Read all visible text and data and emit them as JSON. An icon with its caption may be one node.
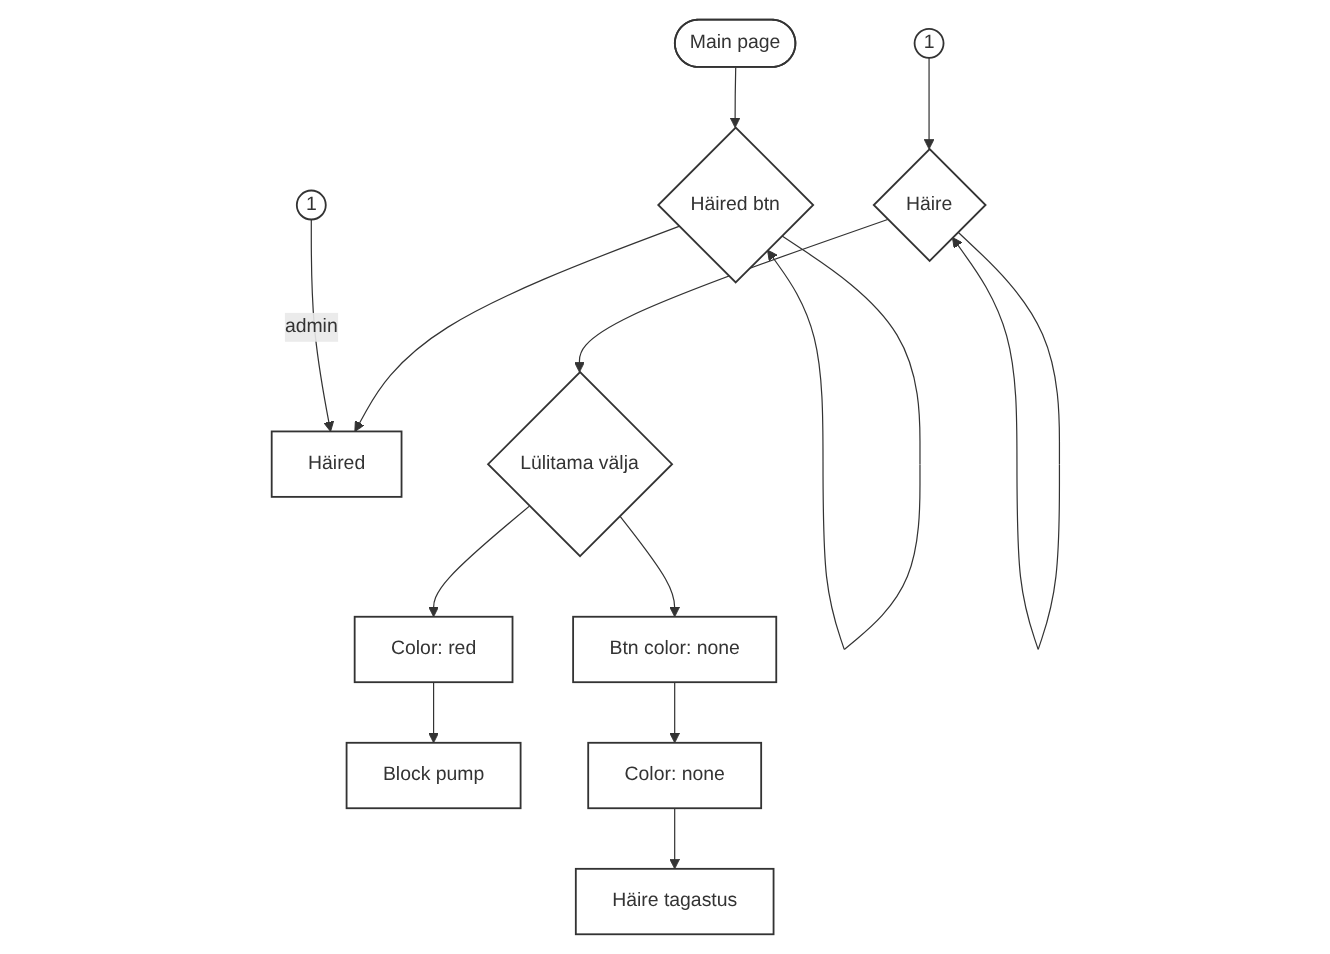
{
  "diagram": {
    "nodes": [
      {
        "text": [
          "Main page"
        ]
      },
      {
        "text": [
          "Häired btn"
        ]
      },
      {
        "text": [
          "Häired"
        ]
      },
      {
        "text": [
          "1"
        ]
      },
      {
        "text": [
          "1"
        ]
      },
      {
        "text": [
          "Häire"
        ]
      },
      {
        "text": [
          "Lülitama välja"
        ]
      },
      {
        "text": [
          "Color: red"
        ]
      },
      {
        "text": [
          "Block pump"
        ]
      },
      {
        "text": [
          "Btn color: none"
        ]
      },
      {
        "text": [
          "Color: none"
        ]
      },
      {
        "text": [
          "Häire tagastus"
        ]
      }
    ],
    "edges": [
      {
        "from": 0,
        "to": 1,
        "arrow": "to"
      },
      {
        "from": 1,
        "to": 1,
        "arrow": "to"
      },
      {
        "from": 1,
        "to": 2,
        "arrow": "to"
      },
      {
        "from": 3,
        "to": 2,
        "arrow": "to",
        "label": "admin"
      },
      {
        "from": 4,
        "to": 5,
        "arrow": "to"
      },
      {
        "from": 5,
        "to": 5,
        "arrow": "to"
      },
      {
        "from": 5,
        "to": 6,
        "arrow": "to"
      },
      {
        "from": 6,
        "to": 7,
        "arrow": "to"
      },
      {
        "from": 7,
        "to": 8,
        "arrow": "to"
      },
      {
        "from": 6,
        "to": 9,
        "arrow": "to"
      },
      {
        "from": 9,
        "to": 10,
        "arrow": "to"
      },
      {
        "from": 10,
        "to": 11,
        "arrow": "to"
      }
    ]
  }
}
